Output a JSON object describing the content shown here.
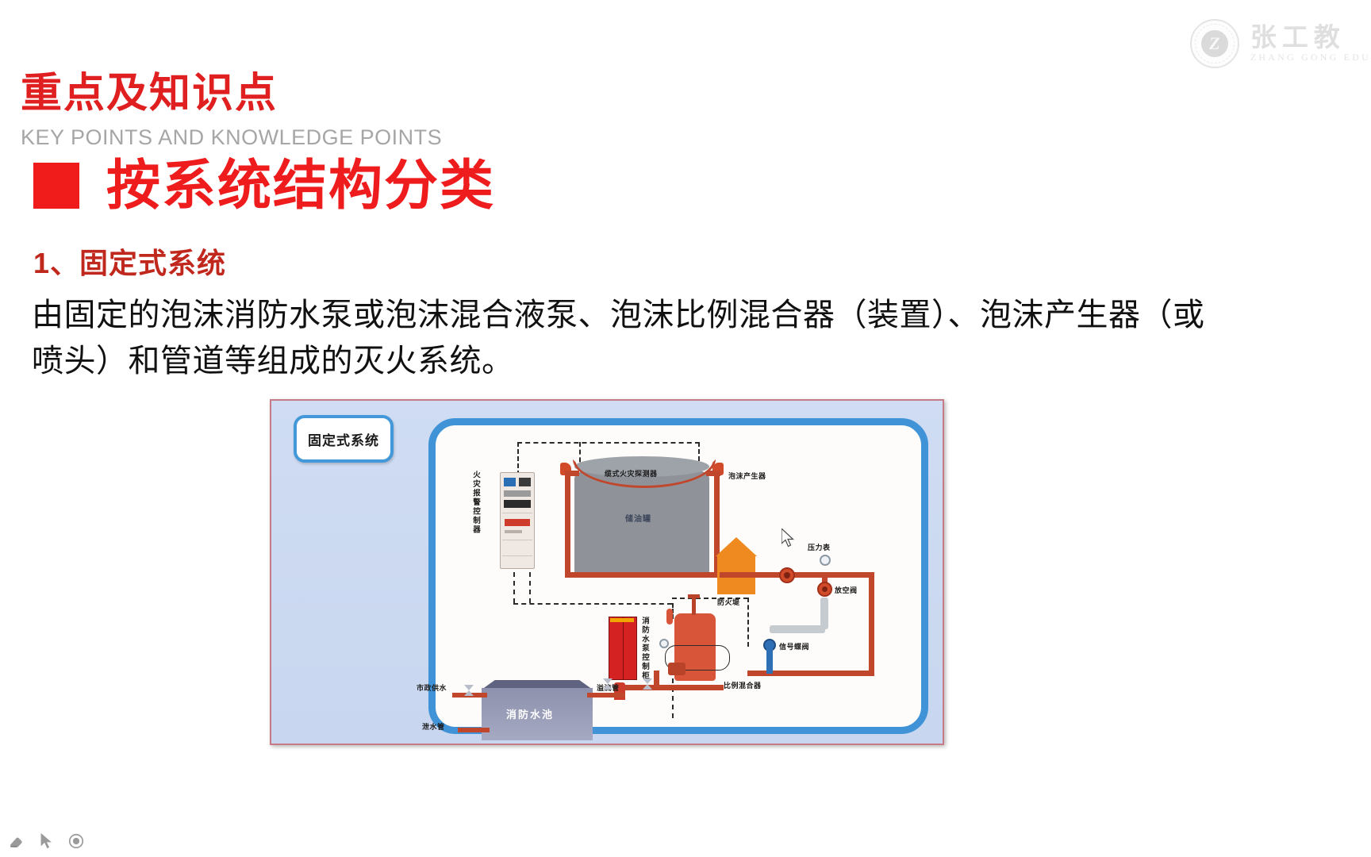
{
  "watermark": {
    "brand_cn": "张工教",
    "brand_en": "ZHANG GONG EDU",
    "monogram": "Z"
  },
  "header": {
    "title_cn": "重点及知识点",
    "title_en": "KEY POINTS AND KNOWLEDGE POINTS",
    "title_color": "#e02020",
    "subtitle_color": "#a6a6a6"
  },
  "section": {
    "heading": "按系统结构分类",
    "bullet_color": "#f01b1b",
    "heading_color": "#ee1c1c"
  },
  "item": {
    "title": "1、固定式系统",
    "title_color": "#c0271d",
    "body": "由固定的泡沫消防水泵或泡沫混合液泵、泡沫比例混合器（装置）、泡沫产生器（或喷头）和管道等组成的灭火系统。"
  },
  "diagram": {
    "chip_label": "固定式系统",
    "border_color": "#c77b86",
    "background_color": "#cfdcf3",
    "panel_border_color": "#3f93d6",
    "pipe_color": "#c0472c",
    "labels": {
      "fire_alarm_controller": "火灾报警控制器",
      "cable_fire_detector": "缆式火灾探测器",
      "storage_tank": "储油罐",
      "foam_generator": "泡沫产生器",
      "pressure_gauge": "压力表",
      "vent_valve": "放空阀",
      "fire_dike": "防火堤",
      "signal_butterfly_valve": "信号蝶阀",
      "proportional_mixer": "比例混合器",
      "fire_pump_control_cabinet": "消防水泵控制柜",
      "municipal_water_supply": "市政供水",
      "overflow_pipe": "溢流管",
      "fire_water_pool": "消防水池",
      "drain_pipe": "泄水管"
    }
  },
  "toolbar": {
    "items": [
      {
        "name": "eraser-icon",
        "label": "橡皮"
      },
      {
        "name": "pointer-icon",
        "label": "指针"
      },
      {
        "name": "record-icon",
        "label": "录制"
      }
    ]
  }
}
